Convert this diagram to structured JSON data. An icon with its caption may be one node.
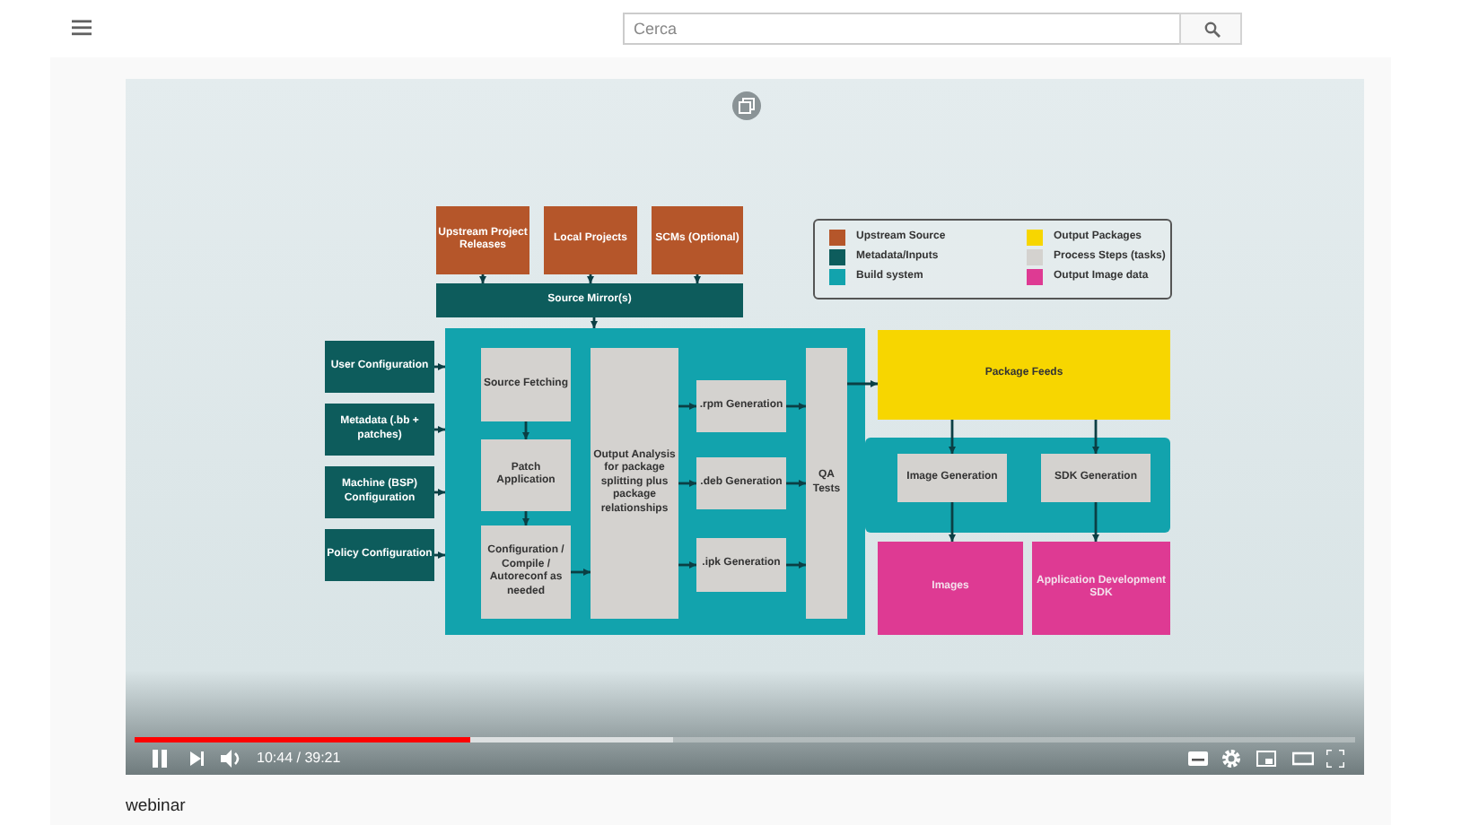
{
  "diagram": {
    "nodes": [
      {
        "text": [
          "Upstream Project Releases"
        ]
      },
      {
        "text": [
          "Local Projects"
        ]
      },
      {
        "text": [
          "SCMs (Optional)"
        ]
      },
      {
        "text": [
          "Source Mirror(s)"
        ]
      },
      {
        "text": [
          "User Configuration"
        ]
      },
      {
        "text": [
          "Metadata (.bb + patches)"
        ]
      },
      {
        "text": [
          "Machine (BSP) Configuration"
        ]
      },
      {
        "text": [
          "Policy Configuration"
        ]
      },
      {
        "text": [],
        "shape": "box"
      },
      {
        "text": [
          "Source Fetching"
        ],
        "in": 8
      },
      {
        "text": [
          "Patch Application"
        ],
        "in": 8
      },
      {
        "text": [
          "Configuration / Compile / Autoreconf as needed"
        ],
        "in": 8
      },
      {
        "text": [
          "Output Analysis for package splitting plus package relationships"
        ],
        "in": 8
      },
      {
        "text": [
          ".rpm Generation"
        ],
        "in": 8
      },
      {
        "text": [
          ".deb Generation"
        ],
        "in": 8
      },
      {
        "text": [
          ".ipk Generation"
        ],
        "in": 8
      },
      {
        "text": [
          "QA Tests"
        ],
        "in": 8
      },
      {
        "text": [
          "Package Feeds"
        ]
      },
      {
        "text": [],
        "shape": "bar"
      },
      {
        "text": [
          "Image Generation"
        ],
        "in": 18
      },
      {
        "text": [
          "SDK Generation"
        ],
        "in": 18
      },
      {
        "text": [
          "Images"
        ]
      },
      {
        "text": [
          "Application Development SDK"
        ]
      }
    ],
    "edges": [
      {
        "from": 0,
        "to": 3,
        "arrow": "to"
      },
      {
        "from": 1,
        "to": 3,
        "arrow": "to"
      },
      {
        "from": 2,
        "to": 3,
        "arrow": "to"
      },
      {
        "from": 3,
        "to": 8,
        "arrow": "to"
      },
      {
        "from": 4,
        "to": 8,
        "arrow": "to"
      },
      {
        "from": 5,
        "to": 8,
        "arrow": "to"
      },
      {
        "from": 6,
        "to": 8,
        "arrow": "to"
      },
      {
        "from": 7,
        "to": 8,
        "arrow": "to"
      },
      {
        "from": 9,
        "to": 10,
        "arrow": "to"
      },
      {
        "from": 10,
        "to": 11,
        "arrow": "to"
      },
      {
        "from": 11,
        "to": 12,
        "arrow": "to"
      },
      {
        "from": 12,
        "to": 13,
        "arrow": "to"
      },
      {
        "from": 12,
        "to": 14,
        "arrow": "to"
      },
      {
        "from": 12,
        "to": 15,
        "arrow": "to"
      },
      {
        "from": 13,
        "to": 16,
        "arrow": "to"
      },
      {
        "from": 14,
        "to": 16,
        "arrow": "to"
      },
      {
        "from": 15,
        "to": 16,
        "arrow": "to"
      },
      {
        "from": 16,
        "to": 17,
        "arrow": "to"
      },
      {
        "from": 17,
        "to": 19,
        "arrow": "to"
      },
      {
        "from": 17,
        "to": 20,
        "arrow": "to"
      },
      {
        "from": 19,
        "to": 21,
        "arrow": "to"
      },
      {
        "from": 20,
        "to": 22,
        "arrow": "to"
      }
    ],
    "labels": [
      "Cerca",
      "10:44 / 39:21",
      "webinar"
    ],
    "legend": [
      {
        "text": "Upstream Source",
        "color": "#b5562a"
      },
      {
        "text": "Metadata/Inputs",
        "color": "#0d5c5c"
      },
      {
        "text": "Build system",
        "color": "#12a3ad"
      },
      {
        "text": "Output Packages",
        "color": "#f7d600"
      },
      {
        "text": "Process Steps (tasks)",
        "color": "#d4d2cf"
      },
      {
        "text": "Output Image data",
        "color": "#de3a93"
      }
    ]
  }
}
